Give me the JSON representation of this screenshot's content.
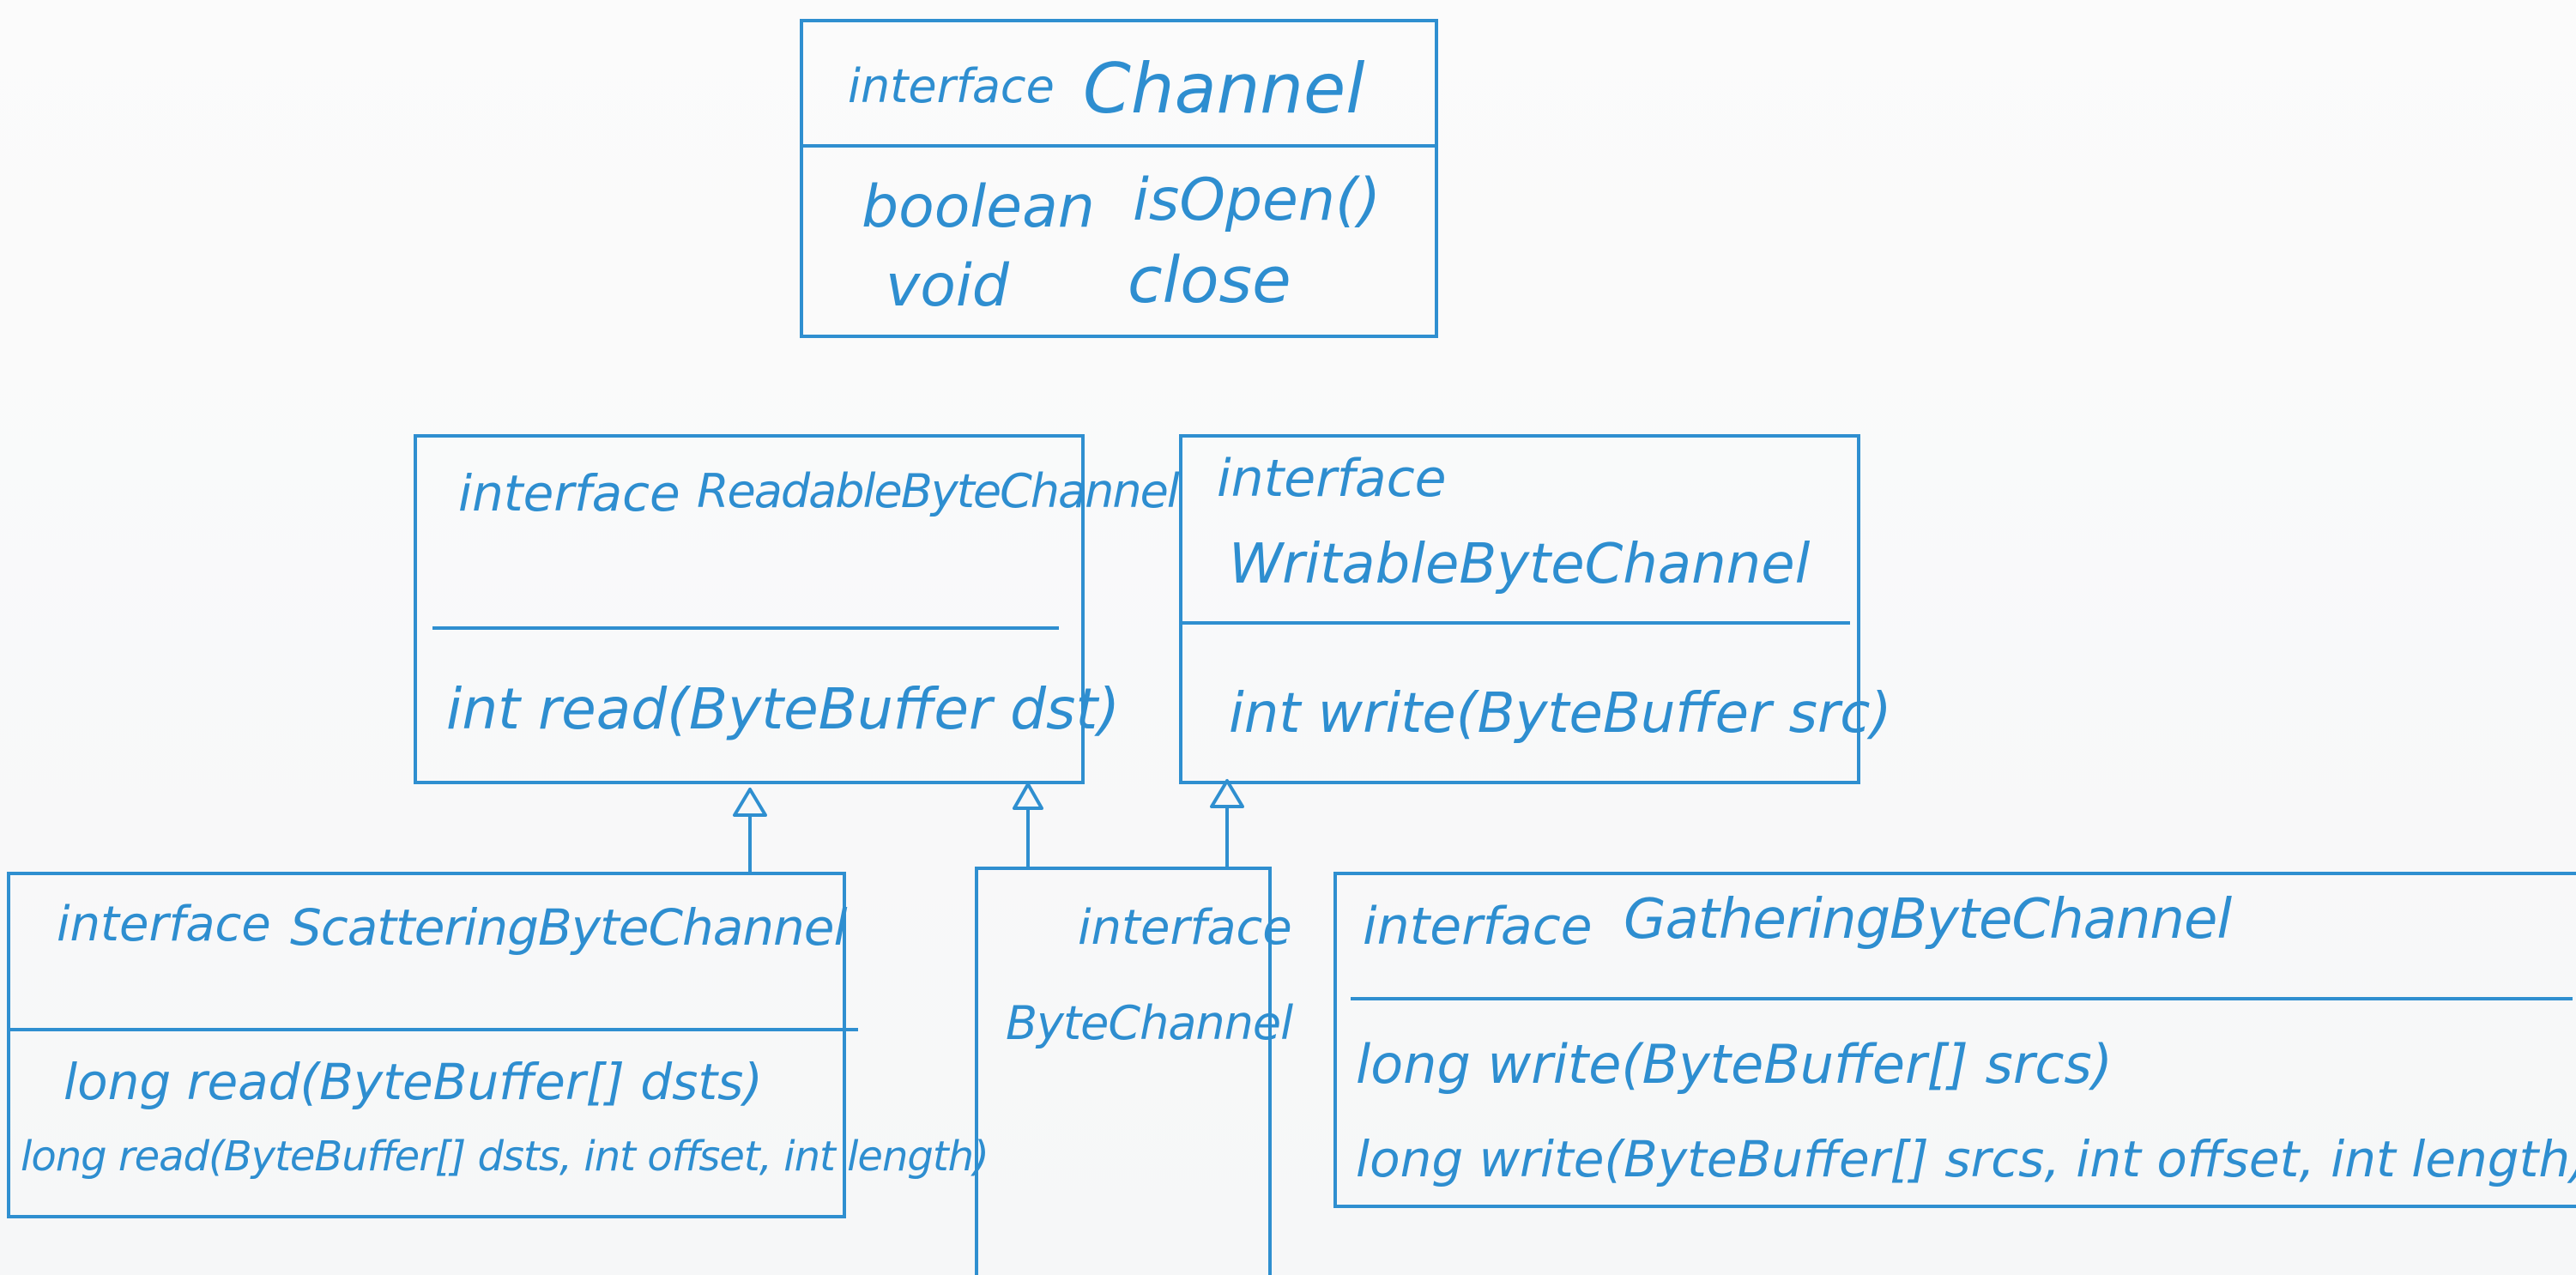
{
  "colors": {
    "ink": "#2e8ed0",
    "background": "#f9fafa"
  },
  "channel": {
    "keyword": "interface",
    "name": "Channel",
    "methods": [
      {
        "type": "boolean",
        "sig": "isOpen()"
      },
      {
        "type": "void",
        "sig": "close"
      }
    ]
  },
  "readable": {
    "keyword": "interface",
    "name": "ReadableByteChannel",
    "method": "int read(ByteBuffer dst)"
  },
  "writable": {
    "keyword": "interface",
    "name": "WritableByteChannel",
    "method": "int write(ByteBuffer src)"
  },
  "scattering": {
    "keyword": "interface",
    "name": "ScatteringByteChannel",
    "methods": [
      "long read(ByteBuffer[] dsts)",
      "long read(ByteBuffer[] dsts, int offset, int length)"
    ]
  },
  "bytechannel": {
    "keyword": "interface",
    "name": "ByteChannel"
  },
  "gathering": {
    "keyword": "interface",
    "name": "GatheringByteChannel",
    "methods": [
      "long write(ByteBuffer[] srcs)",
      "long write(ByteBuffer[] srcs, int offset, int length)"
    ]
  }
}
